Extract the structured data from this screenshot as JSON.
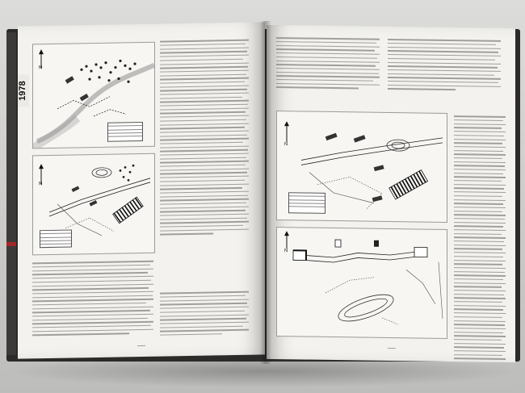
{
  "scene": {
    "subject": "open-book",
    "left_page": {
      "year_tab": "1978",
      "figures": [
        {
          "north_label": "N"
        },
        {
          "north_label": "N"
        }
      ]
    },
    "right_page": {
      "figures": [
        {
          "north_label": "N"
        },
        {
          "north_label": "N"
        }
      ]
    }
  },
  "colors": {
    "cover": "#2d2b2a",
    "page": "#f3f2ee",
    "accent_stripe": "#a3272a",
    "map_hatch": "#111111"
  }
}
